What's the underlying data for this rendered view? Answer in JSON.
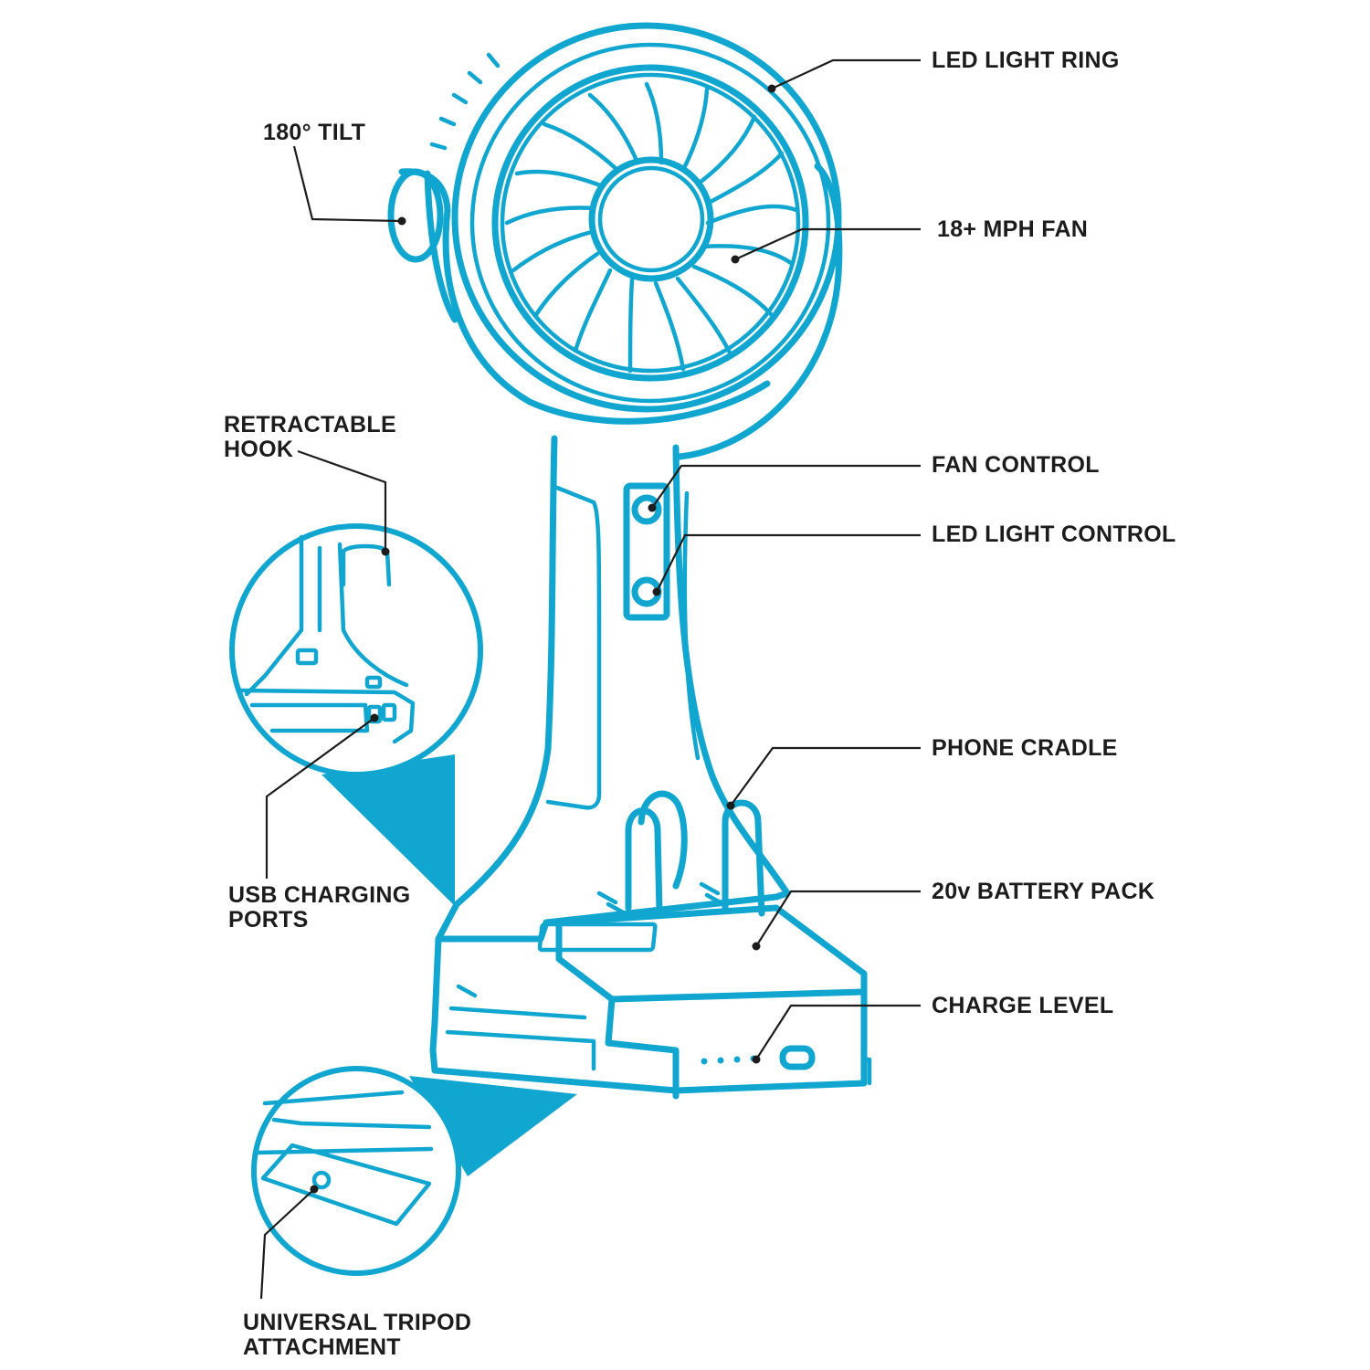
{
  "accent_color": "#10a6cf",
  "text_color": "#1c1c1c",
  "labels": {
    "led_light_ring": "LED LIGHT RING",
    "tilt": "180° TILT",
    "fan_speed": "18+ MPH FAN",
    "hook_line1": "RETRACTABLE",
    "hook_line2": "HOOK",
    "fan_control": "FAN CONTROL",
    "led_light_control": "LED LIGHT CONTROL",
    "phone_cradle": "PHONE CRADLE",
    "usb_line1": "USB CHARGING",
    "usb_line2": "PORTS",
    "battery_pack": "20v BATTERY PACK",
    "charge_level": "CHARGE LEVEL",
    "tripod_line1": "UNIVERSAL TRIPOD",
    "tripod_line2": "ATTACHMENT"
  }
}
